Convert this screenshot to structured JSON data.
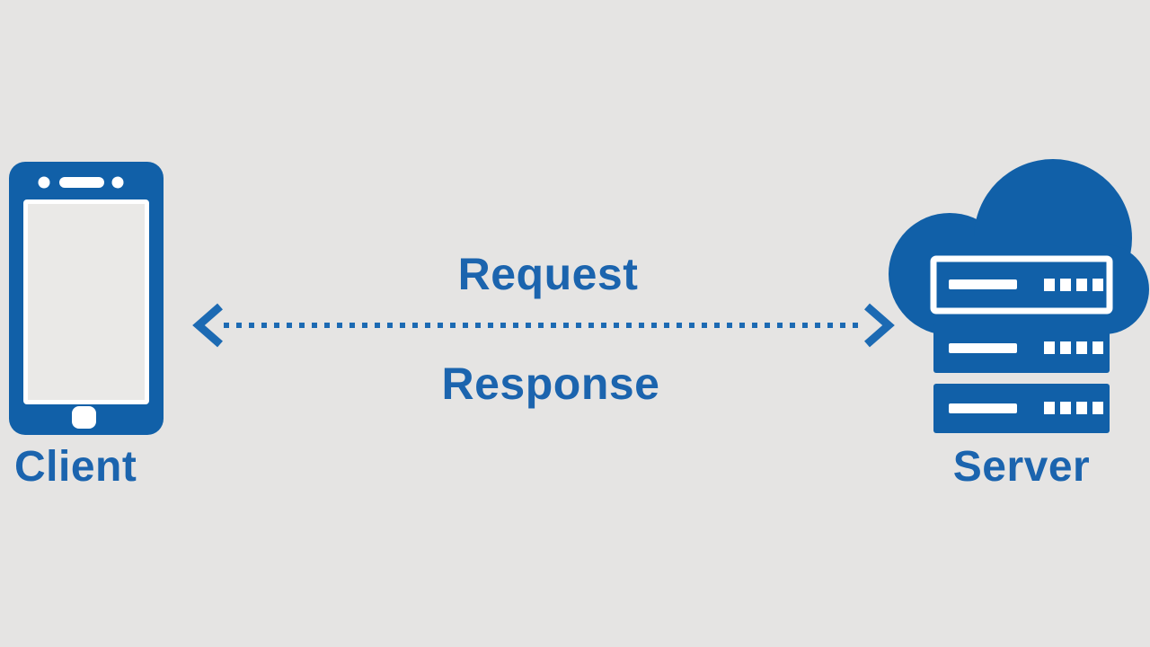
{
  "diagram": {
    "type": "client-server-architecture",
    "client": {
      "label": "Client",
      "icon": "smartphone-icon"
    },
    "server": {
      "label": "Server",
      "icon": "cloud-server-icon"
    },
    "connection": {
      "top_label": "Request",
      "bottom_label": "Response",
      "style": "dotted-double-headed-arrow",
      "icon": "double-arrow-icon"
    }
  },
  "colors": {
    "background": "#e5e4e3",
    "icon_blue": "#1160a8",
    "label_blue": "#1b64ae",
    "arrow_blue": "#1c6ab3",
    "detail_white": "#ffffff",
    "screen_gray": "#eae9e7"
  }
}
